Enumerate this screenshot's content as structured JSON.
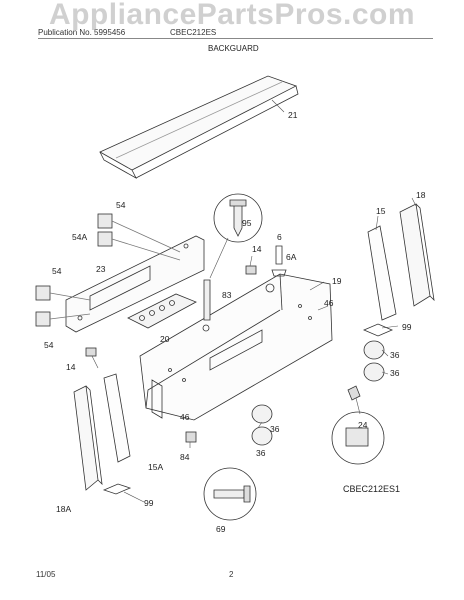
{
  "header": {
    "publication": "Publication No. 5995456",
    "model": "CBEC212ES",
    "title": "BACKGUARD"
  },
  "watermark": "AppliancePartsPros.com",
  "diagram_code": "CBEC212ES1",
  "footer": {
    "date": "11/05",
    "page": "2"
  },
  "callouts": {
    "c21": "21",
    "c54a": "54",
    "c54A": "54A",
    "c95": "95",
    "c18": "18",
    "c15": "15",
    "c14a": "14",
    "c6": "6",
    "c6A": "6A",
    "c19": "19",
    "c23": "23",
    "c54b": "54",
    "c54c": "54",
    "c83": "83",
    "c46a": "46",
    "c20": "20",
    "c99a": "99",
    "c14b": "14",
    "c36a": "36",
    "c36b": "36",
    "c46b": "46",
    "c36c": "36",
    "c36d": "36",
    "c24": "24",
    "c84": "84",
    "c15A": "15A",
    "c18A": "18A",
    "c69": "69",
    "c99b": "99"
  }
}
